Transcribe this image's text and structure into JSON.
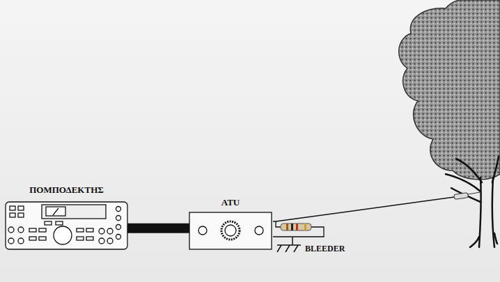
{
  "diagram": {
    "nodes": [
      {
        "text": [
          "ΠΟΜΠΟΔΕΚΤΗΣ"
        ]
      },
      {
        "text": [
          "ATU"
        ]
      }
    ],
    "edges": [
      {
        "from": 0,
        "to": 1,
        "arrow": "none"
      }
    ],
    "labels": [
      "BLEEDER"
    ]
  }
}
